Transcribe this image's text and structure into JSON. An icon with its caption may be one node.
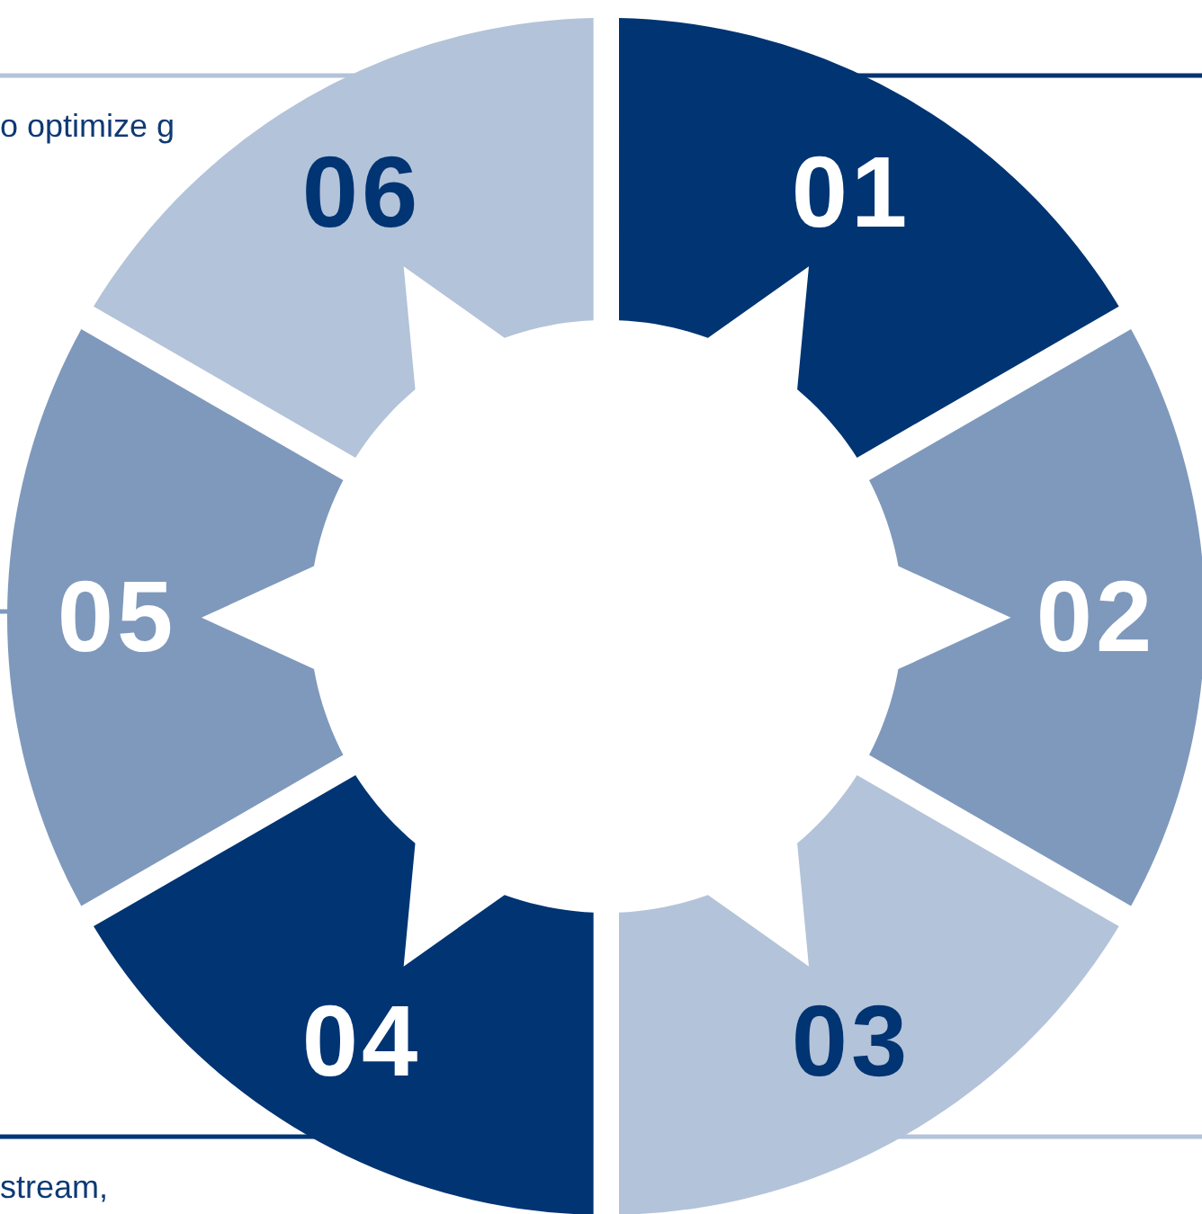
{
  "diagram": {
    "nodes": [
      {
        "text": [
          "01"
        ]
      },
      {
        "text": [
          "02"
        ]
      },
      {
        "text": [
          "03"
        ]
      },
      {
        "text": [
          "04"
        ]
      },
      {
        "text": [
          "05"
        ]
      },
      {
        "text": [
          "06"
        ]
      }
    ],
    "labels": [
      "o optimize g",
      "stream,"
    ]
  }
}
